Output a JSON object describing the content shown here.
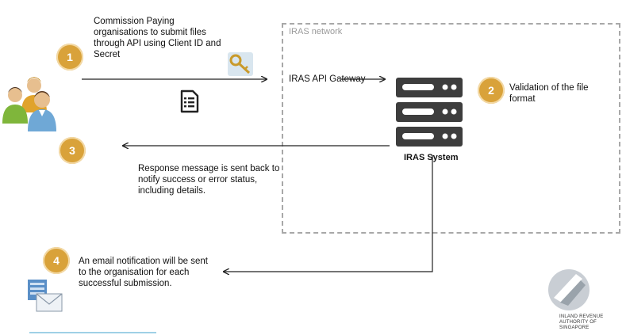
{
  "network_label": "IRAS network",
  "gateway_label": "IRAS API Gateway",
  "system_label": "IRAS System",
  "steps": [
    {
      "number": "1",
      "text": "Commission Paying organisations to submit files through API using Client ID and Secret"
    },
    {
      "number": "2",
      "text": "Validation of the file format"
    },
    {
      "number": "3",
      "text": "Response message is sent back to notify success or error status, including details."
    },
    {
      "number": "4",
      "text": "An email notification will be sent to the organisation for each successful  submission."
    }
  ],
  "logo_text": "INLAND REVENUE AUTHORITY OF SINGAPORE",
  "colors": {
    "badge": "#d9a23a",
    "server": "#3d3d3d",
    "dashed_border": "#a8a8a8",
    "footer_line": "#9fd0e6"
  },
  "icons": [
    "users-icon",
    "key-icon",
    "document-icon",
    "server-icon",
    "email-icon",
    "iras-logo-icon"
  ]
}
